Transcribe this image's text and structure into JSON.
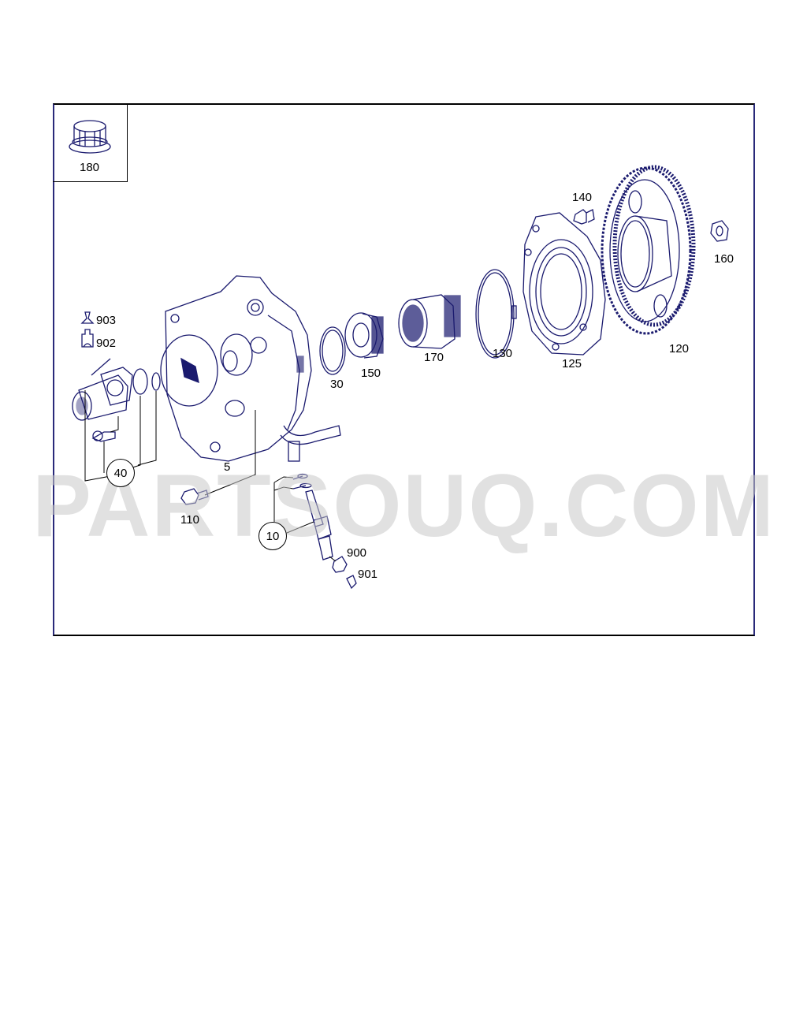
{
  "diagram": {
    "type": "exploded parts diagram",
    "subject": "high-pressure fuel pump assembly",
    "colors": {
      "line": "#1a1a6e",
      "frame": "#000000",
      "watermark": "#c8c8c8"
    },
    "inset": {
      "part": "180"
    },
    "labels": {
      "p5": "5",
      "p10": "10",
      "p30": "30",
      "p40": "40",
      "p110": "110",
      "p120": "120",
      "p125": "125",
      "p130": "130",
      "p140": "140",
      "p150": "150",
      "p160": "160",
      "p170": "170",
      "p180": "180",
      "p900": "900",
      "p901": "901",
      "p902": "902",
      "p903": "903"
    },
    "callout_circles": [
      "40",
      "10"
    ]
  },
  "watermark": {
    "text": "PARTSOUQ.COM"
  }
}
